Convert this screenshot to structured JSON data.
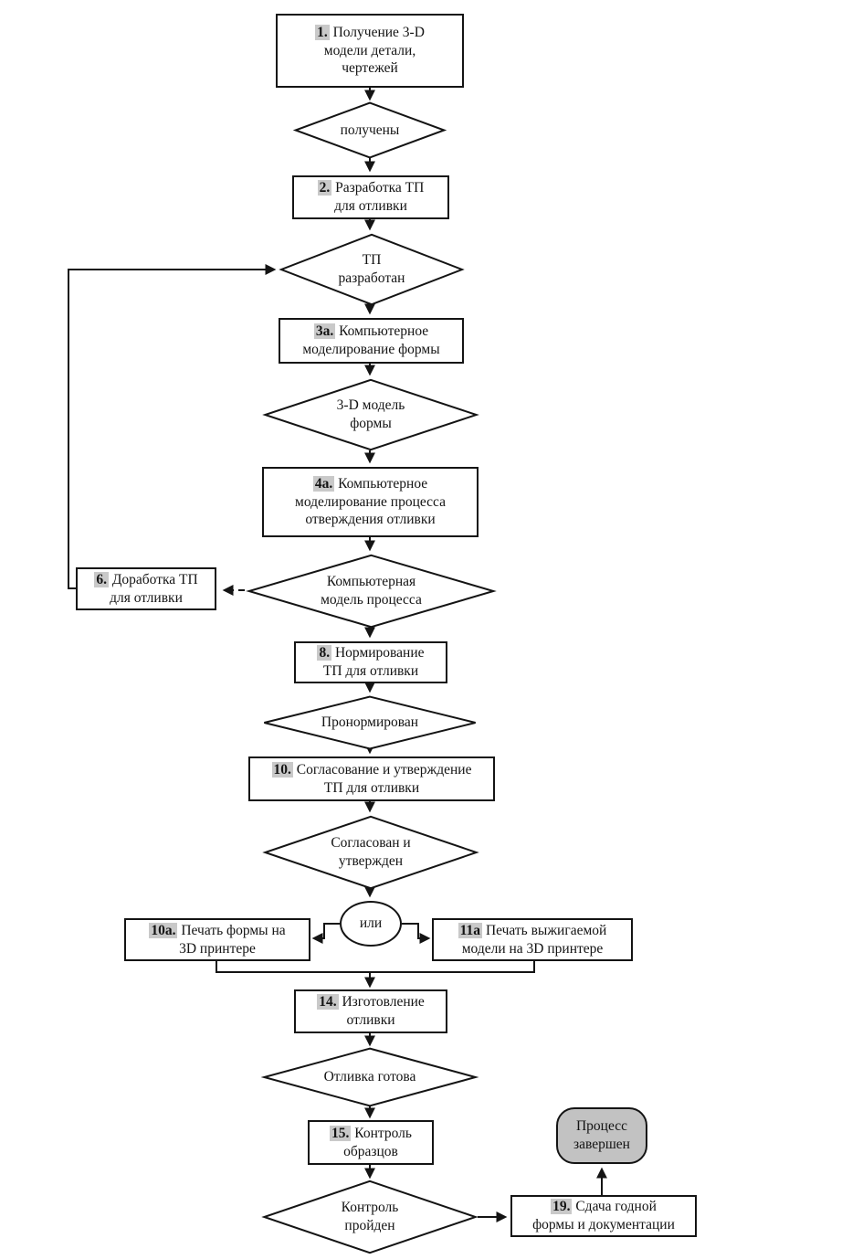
{
  "colors": {
    "line": "#141414",
    "number_highlight": "#c9c9c9",
    "terminator_fill": "#c2c2c2",
    "node_fill": "#ffffff",
    "background": "#ffffff"
  },
  "nodes": {
    "n1": {
      "num": "1.",
      "lines": [
        "Получение 3-D",
        "модели детали,",
        "чертежей"
      ]
    },
    "d1": {
      "lines": [
        "получены"
      ]
    },
    "n2": {
      "num": "2.",
      "lines": [
        "Разработка ТП",
        "для отливки"
      ]
    },
    "d2": {
      "lines": [
        "ТП",
        "разработан"
      ]
    },
    "n3a": {
      "num": "3а.",
      "lines": [
        "Компьютерное",
        "моделирование формы"
      ]
    },
    "d3": {
      "lines": [
        "3-D модель",
        "формы"
      ]
    },
    "n4a": {
      "num": "4а.",
      "lines": [
        "Компьютерное",
        "моделирование процесса",
        "отверждения отливки"
      ]
    },
    "d4": {
      "lines": [
        "Компьютерная",
        "модель процесса"
      ]
    },
    "n6": {
      "num": "6.",
      "lines": [
        "Доработка ТП",
        "для отливки"
      ]
    },
    "n8": {
      "num": "8.",
      "lines": [
        "Нормирование",
        "ТП для отливки"
      ]
    },
    "d5": {
      "lines": [
        "Пронормирован"
      ]
    },
    "n10": {
      "num": "10.",
      "lines": [
        "Согласование и утверждение",
        "ТП для отливки"
      ]
    },
    "d6": {
      "lines": [
        "Согласован и",
        "утвержден"
      ]
    },
    "or": {
      "lines": [
        "или"
      ]
    },
    "n10a": {
      "num": "10а.",
      "lines": [
        "Печать формы на",
        "3D принтере"
      ]
    },
    "n11a": {
      "num": "11а",
      "lines": [
        "Печать выжигаемой",
        "модели на 3D принтере"
      ]
    },
    "n14": {
      "num": "14.",
      "lines": [
        "Изготовление",
        "отливки"
      ]
    },
    "d7": {
      "lines": [
        "Отливка готова"
      ]
    },
    "n15": {
      "num": "15.",
      "lines": [
        "Контроль",
        "образцов"
      ]
    },
    "term": {
      "lines": [
        "Процесс",
        "завершен"
      ]
    },
    "d8": {
      "lines": [
        "Контроль",
        "пройден"
      ]
    },
    "n19": {
      "num": "19.",
      "lines": [
        "Сдача годной",
        "формы и документации"
      ]
    }
  }
}
